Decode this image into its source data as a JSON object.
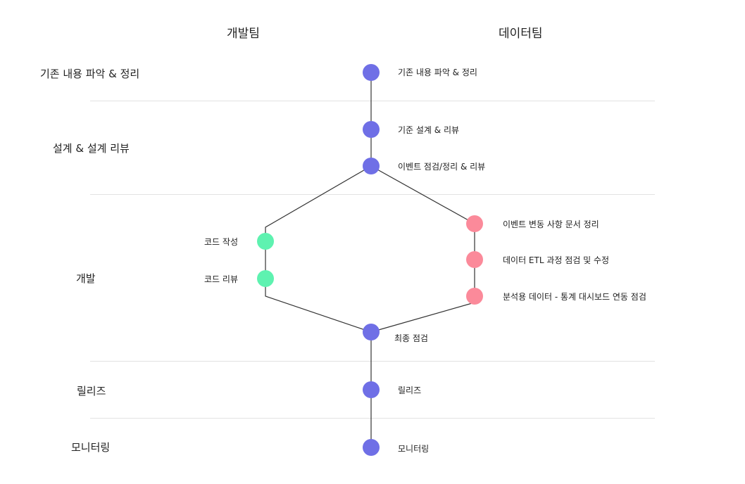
{
  "headers": {
    "dev_team": "개발팀",
    "data_team": "데이터팀"
  },
  "stages": [
    {
      "label": "기존 내용 파악 & 정리"
    },
    {
      "label": "설계 & 설계 리뷰"
    },
    {
      "label": "개발"
    },
    {
      "label": "릴리즈"
    },
    {
      "label": "모니터링"
    }
  ],
  "nodes": {
    "existing_review": {
      "label": "기존 내용 파악 & 정리",
      "color": "#6f6fe6"
    },
    "criteria_design": {
      "label": "기준 설계 & 리뷰",
      "color": "#6f6fe6"
    },
    "event_check": {
      "label": "이벤트 점검/정리 & 리뷰",
      "color": "#6f6fe6"
    },
    "code_write": {
      "label": "코드 작성",
      "color": "#5ef2b0"
    },
    "code_review": {
      "label": "코드 리뷰",
      "color": "#5ef2b0"
    },
    "event_doc": {
      "label": "이벤트 변동 사항 문서 정리",
      "color": "#fb8a9a"
    },
    "etl_check": {
      "label": "데이터 ETL 과정 점검 및 수정",
      "color": "#fb8a9a"
    },
    "dashboard_check": {
      "label": "분석용 데이터 - 통계 대시보드 연동 점검",
      "color": "#fb8a9a"
    },
    "final_check": {
      "label": "최종 점검",
      "color": "#6f6fe6"
    },
    "release": {
      "label": "릴리즈",
      "color": "#6f6fe6"
    },
    "monitoring": {
      "label": "모니터링",
      "color": "#6f6fe6"
    }
  },
  "colors": {
    "line": "#333333",
    "divider": "#e2e2e2"
  }
}
